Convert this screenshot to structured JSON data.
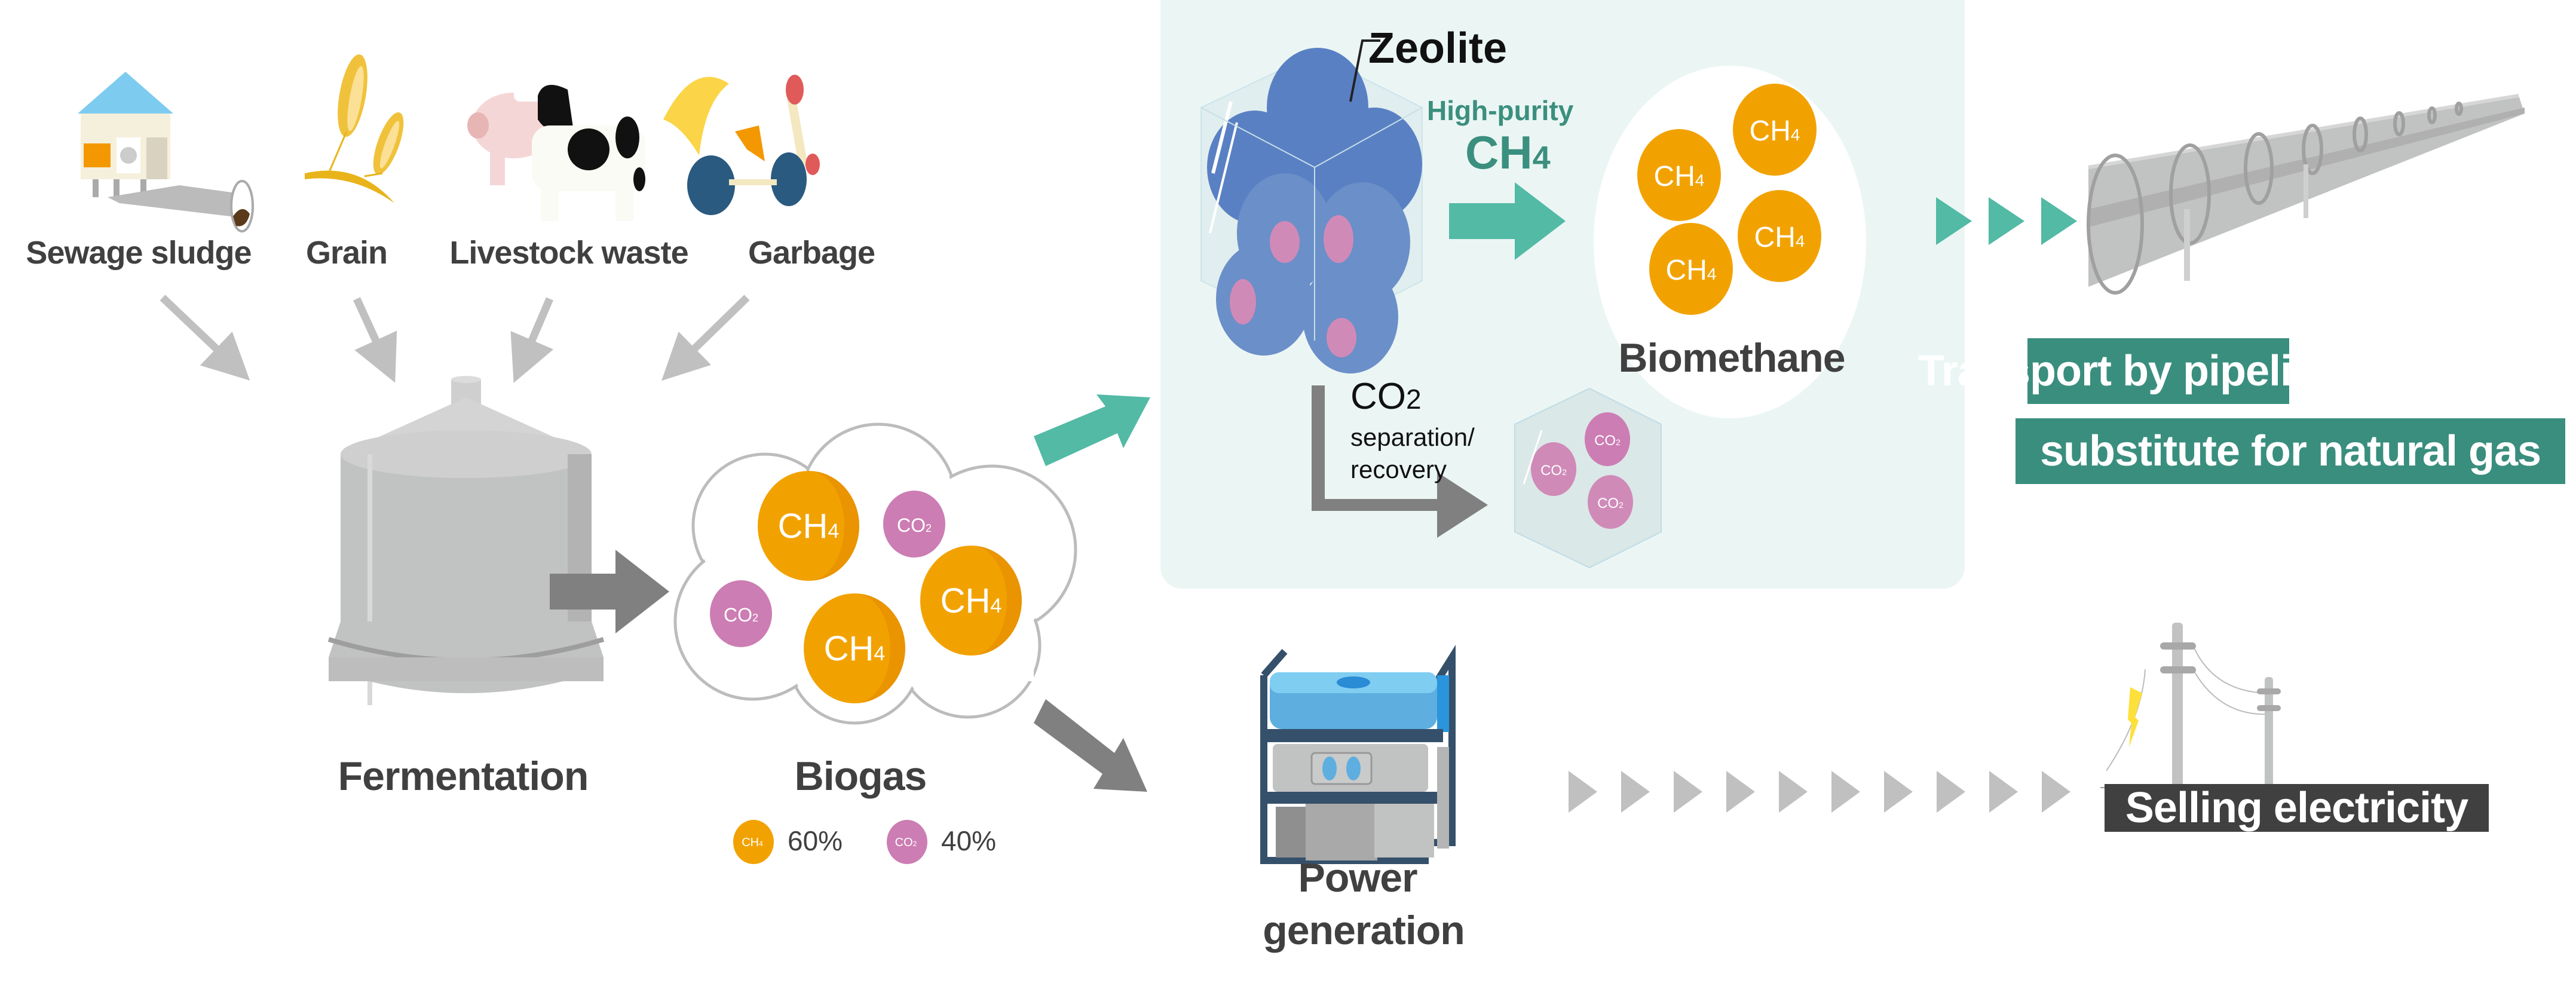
{
  "sources": [
    {
      "id": "sewage",
      "label": "Sewage sludge",
      "icon": "sewage-house-icon"
    },
    {
      "id": "grain",
      "label": "Grain",
      "icon": "wheat-icon"
    },
    {
      "id": "livestock",
      "label": "Livestock waste",
      "icon": "cow-pig-icon"
    },
    {
      "id": "garbage",
      "label": "Garbage",
      "icon": "food-waste-icon"
    }
  ],
  "stages": {
    "fermentation": "Fermentation",
    "biogas": "Biogas",
    "power_generation_line1": "Power",
    "power_generation_line2": "generation",
    "biomethane": "Biomethane"
  },
  "biogas_composition": [
    {
      "molecule": "CH4",
      "percent_label": "60%",
      "color": "#f2a200"
    },
    {
      "molecule": "CO2",
      "percent_label": "40%",
      "color": "#cc7db3"
    }
  ],
  "molecules": {
    "ch4_main": "CH",
    "ch4_sub": "4",
    "co2_main": "CO",
    "co2_sub": "2"
  },
  "separation_panel": {
    "zeolite_label": "Zeolite",
    "high_purity_label": "High-purity",
    "ch4_label_main": "CH",
    "ch4_label_sub": "4",
    "co2_label_main": "CO",
    "co2_label_sub": "2",
    "separation_line1": "separation/",
    "separation_line2": "recovery"
  },
  "outcomes": {
    "pipeline_line1": "Transport by pipeline as",
    "pipeline_line2": "substitute for natural gas",
    "electricity": "Selling electricity"
  },
  "colors": {
    "teal": "#52baa5",
    "teal_dark": "#3a8e7e",
    "panel_bg": "#ebf6f4",
    "ch4_orange": "#f2a200",
    "co2_pink": "#cc7db3",
    "zeolite_blue": "#5a80c4",
    "arrow_gray": "#808080",
    "light_gray": "#c0c0c0",
    "text_dark": "#404040"
  }
}
